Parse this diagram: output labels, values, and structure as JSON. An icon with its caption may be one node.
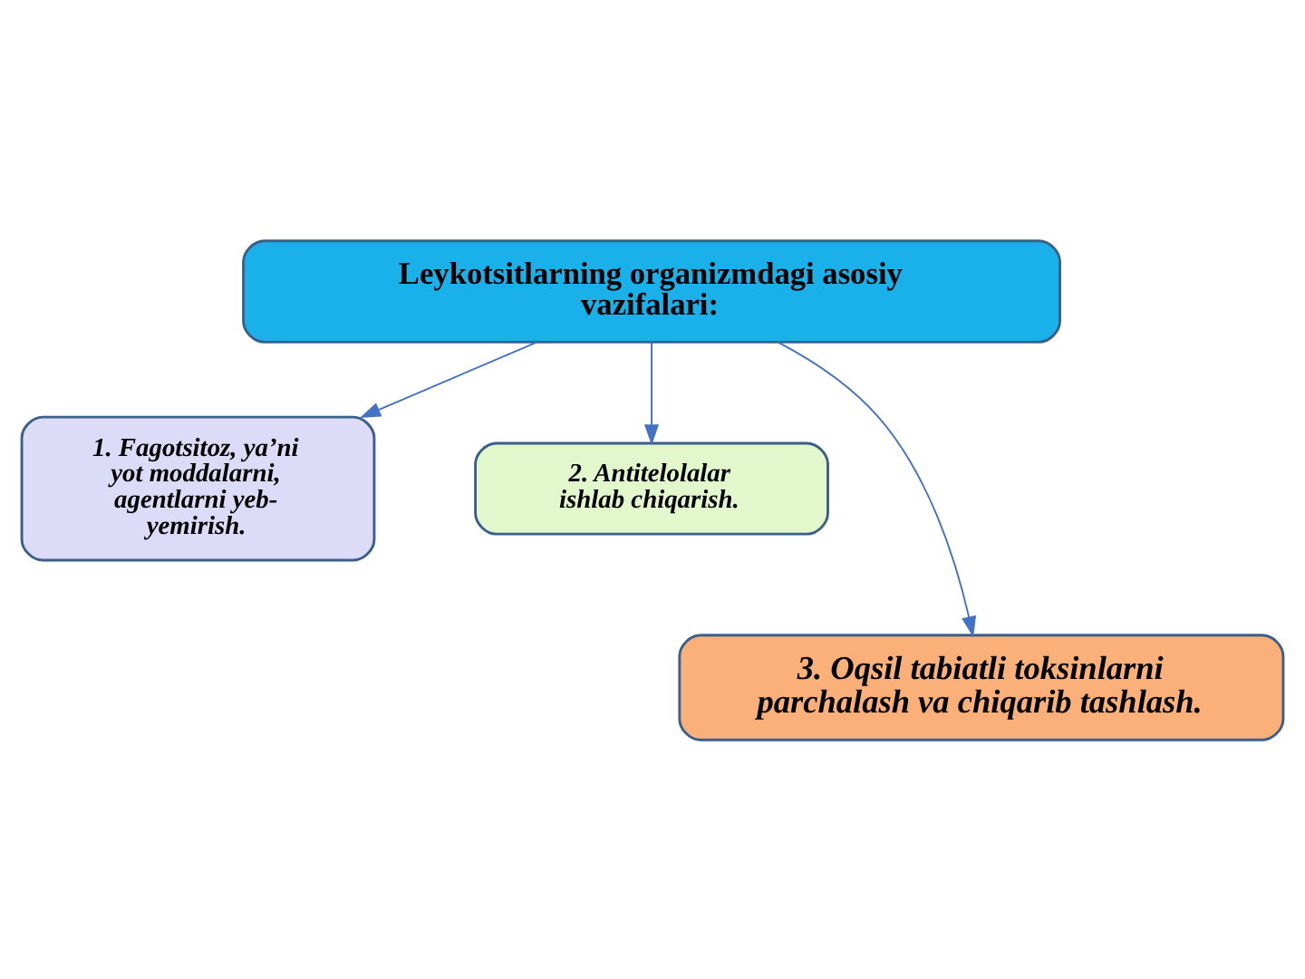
{
  "diagram": {
    "nodes": [
      {
        "text": [
          "Leykotsitlarning organizmdagi asosiy vazifalari:"
        ]
      },
      {
        "text": [
          "1. Fagotsitoz, ya’ni yot moddalarni, agentlarni yeb-yemirish."
        ]
      },
      {
        "text": [
          "2. Antitelolalar ishlab chiqarish."
        ]
      },
      {
        "text": [
          "3. Oqsil tabiatli toksinlarni parchalash va chiqarib tashlash."
        ]
      }
    ],
    "edges": [
      {
        "from": 0,
        "to": 1,
        "arrow": "to"
      },
      {
        "from": 0,
        "to": 2,
        "arrow": "to"
      },
      {
        "from": 0,
        "to": 3,
        "arrow": "to"
      }
    ]
  }
}
